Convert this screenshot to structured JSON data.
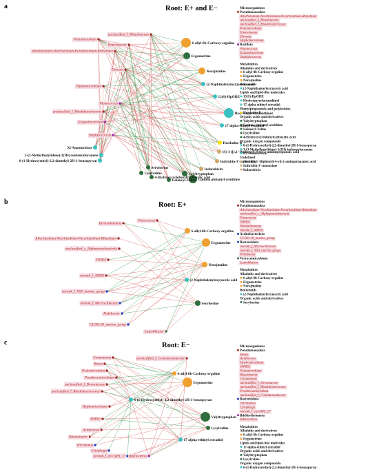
{
  "colors": {
    "edge_positive": "#d95f5f",
    "edge_negative": "#2e9e4f",
    "microbe_label": "#b31b1b",
    "label_highlight": "#f6dde3",
    "pseudomonadota": "#a52a2a",
    "bacillota": "#9c27b0",
    "actinobacteriota": "#1f3fbf",
    "bacteroidota": "#1f3fbf",
    "verrucomicrobiota": "#2e6e3e",
    "bdellovibrionota": "#9c27b0",
    "alkaloids": "#f0a030",
    "lipids": "#39c0c0",
    "benzenoids": "#39c0c0",
    "phenylpropanoids": "#ffe000",
    "organic_acids": "#2e6e3e",
    "organic_oxygen": "#39c0c0",
    "undefined": "#c9a86a"
  },
  "panels": [
    {
      "id": "a",
      "letter": "a",
      "title": "Root: E+ and E−",
      "microbes": [
        {
          "label": "unclassified_f_Rhizobiaceae",
          "phylum": "pseudomonadota"
        },
        {
          "label": "Pedomicrobium",
          "phylum": "pseudomonadota"
        },
        {
          "label": "Enterobacter",
          "phylum": "pseudomonadota"
        },
        {
          "label": "Allorhizobium-Neorhizobium-Pararhizobium-Rhizobium",
          "phylum": "pseudomonadota"
        },
        {
          "label": "Devosia",
          "phylum": "pseudomonadota"
        },
        {
          "label": "Hyphomicrobium",
          "phylum": "pseudomonadota"
        },
        {
          "label": "Planococcus",
          "phylum": "bacillota"
        },
        {
          "label": "unclassified_f_Rhodobacteraceae",
          "phylum": "pseudomonadota"
        },
        {
          "label": "Exiguobacterium",
          "phylum": "bacillota"
        },
        {
          "label": "Staphylococcus",
          "phylum": "bacillota"
        }
      ],
      "metabolites": [
        {
          "label": "6-allyl-8b-Carboxy-ergoline",
          "class": "alkaloids"
        },
        {
          "label": "Ergometrine",
          "class": "organic_acids"
        },
        {
          "label": "Norajmaline",
          "class": "alkaloids"
        },
        {
          "label": "(2-Naphthalenyloxy)acetic acid",
          "class": "benzenoids"
        },
        {
          "label": "13(S)-HpODE",
          "class": "lipids"
        },
        {
          "label": "Hydratopyrrhoxanthinol",
          "class": "lipids"
        },
        {
          "label": "17-alpha-ethinyl estradiol",
          "class": "lipids"
        },
        {
          "label": "Hordatine B",
          "class": "phenylpropanoids"
        },
        {
          "label": "(S)-3-([1,1'-Biphenyl]-4-yl)-2-aminopropanoic acid",
          "class": "undefined"
        },
        {
          "label": "Indirubin-3'-monoxime",
          "class": "undefined"
        },
        {
          "label": "Indarubicin",
          "class": "undefined"
        },
        {
          "label": "Valyltryptophan",
          "class": "organic_acids"
        },
        {
          "label": "Gamma glutamyl ornithine",
          "class": "organic_acids"
        },
        {
          "label": "Isoleucyl-Valine",
          "class": "organic_acids"
        },
        {
          "label": "4-Hydroxycyclohexylcarboxylic acid",
          "class": "organic_acids"
        },
        {
          "label": "Lysylvaline",
          "class": "organic_acids"
        },
        {
          "label": "Serylserine",
          "class": "organic_acids"
        },
        {
          "label": "6-(1-Hydroxyethyl)-2,2-dimethyl-2H-1-benzopyran",
          "class": "organic_oxygen"
        },
        {
          "label": "3-(3-Methylbutylidene)-1(3H)-isobenzofuranone",
          "class": "organic_oxygen"
        },
        {
          "label": "Xi-Anomuricine",
          "class": "organic_oxygen"
        }
      ],
      "legend_microbes": [
        {
          "group": "Pseudomonadota",
          "color_key": "pseudomonadota",
          "items": [
            "Allorhizobium-Neorhizobium-Pararhizobium-Rhizobium",
            "unclassified_f_Rhizobiaceae",
            "unclassified_f_Rhodobacteraceae",
            "Pedomicrobium",
            "Enterobacter",
            "Devosia",
            "Hyphomicrobium"
          ]
        },
        {
          "group": "Bacillota",
          "color_key": "bacillota",
          "items": [
            "Planococcus",
            "Exiguobacterium",
            "Staphylococcus"
          ]
        }
      ],
      "legend_metabolites": [
        {
          "group": "Alkaloids and derivatives",
          "color_key": "alkaloids",
          "items": [
            "6-allyl-8b-Carboxy-ergoline",
            "Ergometrine",
            "Norajmaline"
          ]
        },
        {
          "group": "Benzenoids",
          "color_key": "benzenoids",
          "items": [
            "(2-Naphthalenyloxy)acetic acid"
          ]
        },
        {
          "group": "Lipids and lipid-like molecules",
          "color_key": "lipids",
          "items": [
            "13(S)-HpODE",
            "Hydratopyrrhoxanthinol",
            "17-alpha-ethinyl estradiol"
          ]
        },
        {
          "group": "Phenylpropanoids and polyketides",
          "color_key": "phenylpropanoids",
          "items": [
            "Hordatine B"
          ]
        },
        {
          "group": "Organic acids and derivatives",
          "color_key": "organic_acids",
          "items": [
            "Valyltryptophan",
            "Gamma glutamyl ornithine",
            "Isoleucyl-Valine",
            "Lysylvaline",
            "4-Hydroxycyclohexylcarboxylic acid"
          ]
        },
        {
          "group": "Organic oxygen compounds",
          "color_key": "organic_oxygen",
          "items": [
            "6-(1-Hydroxyethyl)-2,2-dimethyl-2H-1-benzopyran",
            "3-(3-Methylbutylidene)-1(3H)-isobenzofuranone",
            "Xi-Anomuricine"
          ]
        },
        {
          "group": "Undefined",
          "color_key": "undefined",
          "items": [
            "(S)-3-([1,1'-Biphenyl]-4-yl)-2-aminopropanoic acid",
            "Indirubin-3'-monoxime",
            "Indarubicin"
          ]
        }
      ]
    },
    {
      "id": "b",
      "letter": "b",
      "title": "Root: E+",
      "microbes": [
        {
          "label": "Brevundimonas",
          "phylum": "pseudomonadota"
        },
        {
          "label": "Paracoccus",
          "phylum": "pseudomonadota"
        },
        {
          "label": "Allorhizobium-Neorhizobium-Pararhizobium-Rhizobium",
          "phylum": "pseudomonadota"
        },
        {
          "label": "unclassified_c_Alphaproteobacteria",
          "phylum": "pseudomonadota"
        },
        {
          "label": "SWB02",
          "phylum": "pseudomonadota"
        },
        {
          "label": "norank_f_A0839",
          "phylum": "pseudomonadota"
        },
        {
          "label": "norank_f_NS9_marine_group",
          "phylum": "bacteroidota"
        },
        {
          "label": "norank_f_Microscillaceae",
          "phylum": "bacteroidota"
        },
        {
          "label": "Pedobacter",
          "phylum": "bacteroidota"
        },
        {
          "label": "CL500-29_marine_group",
          "phylum": "actinobacteriota"
        },
        {
          "label": "Luteolibacter",
          "phylum": "verrucomicrobiota"
        }
      ],
      "metabolites": [
        {
          "label": "6-allyl-8b-Carboxy-ergoline",
          "class": "alkaloids"
        },
        {
          "label": "Ergometrine",
          "class": "alkaloids"
        },
        {
          "label": "Norajmaline",
          "class": "alkaloids"
        },
        {
          "label": "(2-Naphthalenyloxy)acetic acid",
          "class": "benzenoids"
        },
        {
          "label": "Serylserine",
          "class": "organic_acids"
        }
      ],
      "legend_microbes": [
        {
          "group": "Pseudomonadota",
          "color_key": "pseudomonadota",
          "items": [
            "Allorhizobium-Neorhizobium-Pararhizobium-Rhizobium",
            "unclassified_c_Alphaproteobacteria",
            "Paracoccus",
            "SWB02",
            "Brevundimonas",
            "norank_f_A0839"
          ]
        },
        {
          "group": "Actinobacteriota",
          "color_key": "actinobacteriota",
          "items": [
            "CL500-29_marine_group"
          ]
        },
        {
          "group": "Bacteroidota",
          "color_key": "bacteroidota",
          "items": [
            "norank_f_Microscillaceae",
            "norank_f_NS9_marine_group",
            "Pedobacter"
          ]
        },
        {
          "group": "Verrucomicrobiota",
          "color_key": "verrucomicrobiota",
          "items": [
            "Luteolibacter"
          ]
        }
      ],
      "legend_metabolites": [
        {
          "group": "Alkaloids and derivatives",
          "color_key": "alkaloids",
          "items": [
            "6-allyl-8b-Carboxy-ergoline",
            "Ergometrine",
            "Norajmaline"
          ]
        },
        {
          "group": "Benzenoids",
          "color_key": "benzenoids",
          "items": [
            "(2-Naphthalenyloxy)acetic acid"
          ]
        },
        {
          "group": "Organic acids and derivatives",
          "color_key": "organic_acids",
          "items": [
            "Serylserine"
          ]
        }
      ]
    },
    {
      "id": "c",
      "letter": "c",
      "title": "Root: E−",
      "microbes": [
        {
          "label": "Comamonas",
          "phylum": "pseudomonadota"
        },
        {
          "label": "unclassified_f_Comamonadaceae",
          "phylum": "pseudomonadota"
        },
        {
          "label": "Bosea",
          "phylum": "pseudomonadota"
        },
        {
          "label": "Pedomicrobium",
          "phylum": "pseudomonadota"
        },
        {
          "label": "Prosthecomicrobium",
          "phylum": "pseudomonadota"
        },
        {
          "label": "unclassified_f_Devosiaceae",
          "phylum": "pseudomonadota"
        },
        {
          "label": "unclassified_f_Rhodobacteraceae",
          "phylum": "pseudomonadota"
        },
        {
          "label": "Hyphomicrobium",
          "phylum": "pseudomonadota"
        },
        {
          "label": "SWB02",
          "phylum": "pseudomonadota"
        },
        {
          "label": "Acidovorax",
          "phylum": "pseudomonadota"
        },
        {
          "label": "Rhodobacter",
          "phylum": "pseudomonadota"
        },
        {
          "label": "Terrimonas",
          "phylum": "bacteroidota"
        },
        {
          "label": "Cytophaga",
          "phylum": "bacteroidota"
        },
        {
          "label": "norank_f_env.OPS_17",
          "phylum": "bacteroidota"
        },
        {
          "label": "Bdellovibrio",
          "phylum": "bdellovibrionota"
        }
      ],
      "metabolites": [
        {
          "label": "6-allyl-8b-Carboxy-ergoline",
          "class": "alkaloids"
        },
        {
          "label": "Ergometrine",
          "class": "alkaloids"
        },
        {
          "label": "6-(1-Hydroxyethyl)-2,2-dimethyl-2H-1-benzopyran",
          "class": "organic_oxygen"
        },
        {
          "label": "Valyltryptophan",
          "class": "organic_acids"
        },
        {
          "label": "Lysylvaline",
          "class": "organic_acids"
        },
        {
          "label": "17-alpha-ethinyl estradiol",
          "class": "lipids"
        }
      ],
      "legend_microbes": [
        {
          "group": "Pseudomonadota",
          "color_key": "pseudomonadota",
          "items": [
            "Bosea",
            "Acidovorax",
            "Hyphomicrobium",
            "SWB02",
            "Pedomicrobium",
            "Rhodobacter",
            "Comamonas",
            "unclassified_f_Devosiaceae",
            "unclassified_f_Rhodobacteraceae",
            "Prosthecomicrobium",
            "unclassified_f_Comamonadaceae"
          ]
        },
        {
          "group": "Bacteroidota",
          "color_key": "bacteroidota",
          "items": [
            "Terrimonas",
            "Cytophaga",
            "norank_f_env.OPS_17"
          ]
        },
        {
          "group": "Bdellovibrionota",
          "color_key": "bdellovibrionota",
          "items": [
            "Bdellovibrio"
          ]
        }
      ],
      "legend_metabolites": [
        {
          "group": "Alkaloids and derivatives",
          "color_key": "alkaloids",
          "items": [
            "6-allyl-8b-Carboxy-ergoline",
            "Ergometrine"
          ]
        },
        {
          "group": "Lipids and lipid-like molecules",
          "color_key": "lipids",
          "items": [
            "17-alpha-ethinyl estradiol"
          ]
        },
        {
          "group": "Organic acids and derivatives",
          "color_key": "organic_acids",
          "items": [
            "Valyltryptophan",
            "Lysylvaline"
          ]
        },
        {
          "group": "Organic oxygen compounds",
          "color_key": "organic_oxygen",
          "items": [
            "6-(1-Hydroxyethyl)-2,2-dimethyl-2H-1-benzopyran"
          ]
        }
      ]
    }
  ],
  "legend_headings": {
    "microorganisms": "Microorganisms",
    "metabolites": "Metabolites"
  }
}
